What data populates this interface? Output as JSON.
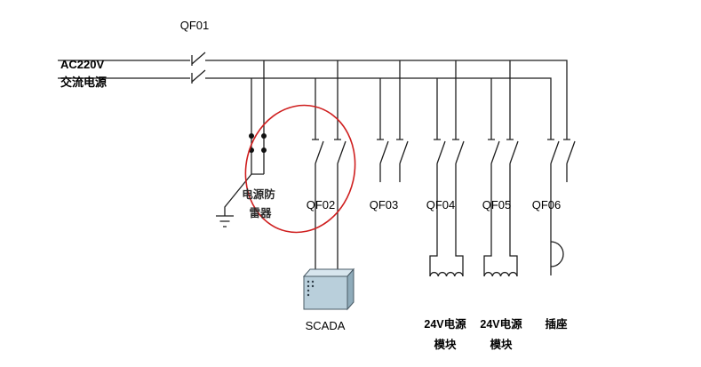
{
  "colors": {
    "wire": "#1f1f1f",
    "highlight_circle": "#cf1f1f",
    "scada_front": "#b9cfdb",
    "scada_top": "#d8e6ee",
    "scada_side": "#8fabba"
  },
  "labels": {
    "main_breaker": "QF01",
    "source_voltage": "AC220V",
    "source_name": "交流电源",
    "surge_line1": "电源防",
    "surge_line2": "雷器",
    "qf02": "QF02",
    "qf03": "QF03",
    "qf04": "QF04",
    "qf05": "QF05",
    "qf06": "QF06",
    "scada": "SCADA",
    "psu1_line1": "24V电源",
    "psu1_line2": "模块",
    "psu2_line1": "24V电源",
    "psu2_line2": "模块",
    "socket": "插座"
  }
}
